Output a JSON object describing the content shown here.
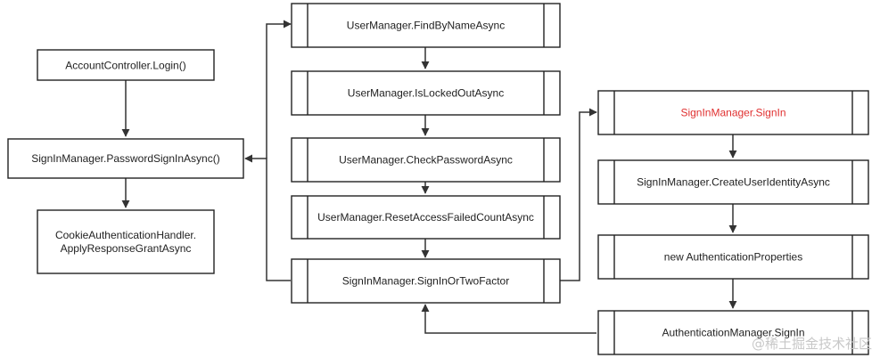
{
  "diagram": {
    "nodes": {
      "account_login": {
        "label": "AccountController.Login()",
        "color": "#222222"
      },
      "password_sign_in": {
        "label": "SignInManager.PasswordSignInAsync()",
        "color": "#222222"
      },
      "cookie_handler": {
        "lines": [
          "CookieAuthenticationHandler.",
          "ApplyResponseGrantAsync"
        ],
        "color": "#222222"
      },
      "find_by_name": {
        "label": "UserManager.FindByNameAsync",
        "color": "#222222"
      },
      "is_locked_out": {
        "label": "UserManager.IsLockedOutAsync",
        "color": "#222222"
      },
      "check_password": {
        "label": "UserManager.CheckPasswordAsync",
        "color": "#222222"
      },
      "reset_failed": {
        "label": "UserManager.ResetAccessFailedCountAsync",
        "color": "#222222"
      },
      "sign_in_or_two_factor": {
        "label": "SignInManager.SignInOrTwoFactor",
        "color": "#222222"
      },
      "sign_in": {
        "label": "SignInManager.SignIn",
        "color": "#e03030"
      },
      "create_identity": {
        "label": "SignInManager.CreateUserIdentityAsync",
        "color": "#222222"
      },
      "auth_properties": {
        "label": "new AuthenticationProperties",
        "color": "#222222"
      },
      "auth_manager_sign_in": {
        "label": "AuthenticationManager.SignIn",
        "color": "#222222"
      }
    },
    "watermark": "@稀土掘金技术社区",
    "colors": {
      "line": "#333333",
      "border": "#222222",
      "highlight": "#e03030",
      "watermark": "#c8c8c8"
    }
  }
}
